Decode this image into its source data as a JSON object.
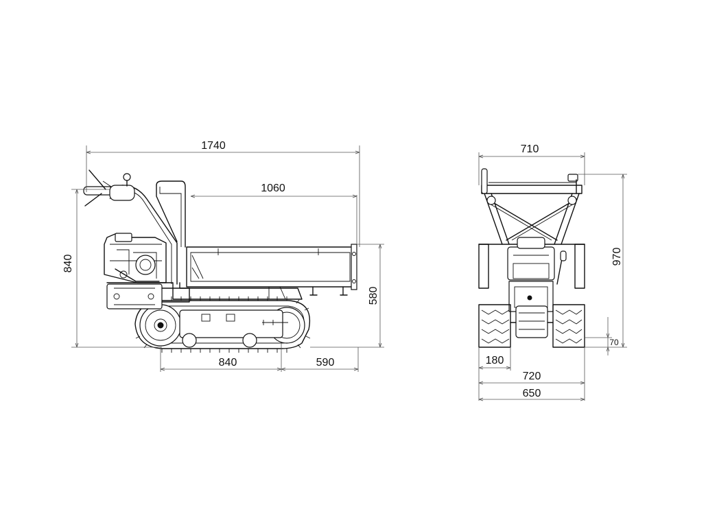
{
  "dimensions": {
    "side": {
      "overall_length": "1740",
      "bed_length": "1060",
      "overall_height": "840",
      "bed_height": "580",
      "track_length": "840",
      "rear_overhang": "590"
    },
    "front": {
      "bed_width": "710",
      "overall_height": "970",
      "ground_clearance": "70",
      "track_width": "180",
      "overall_width": "720",
      "track_gauge": "650"
    }
  }
}
